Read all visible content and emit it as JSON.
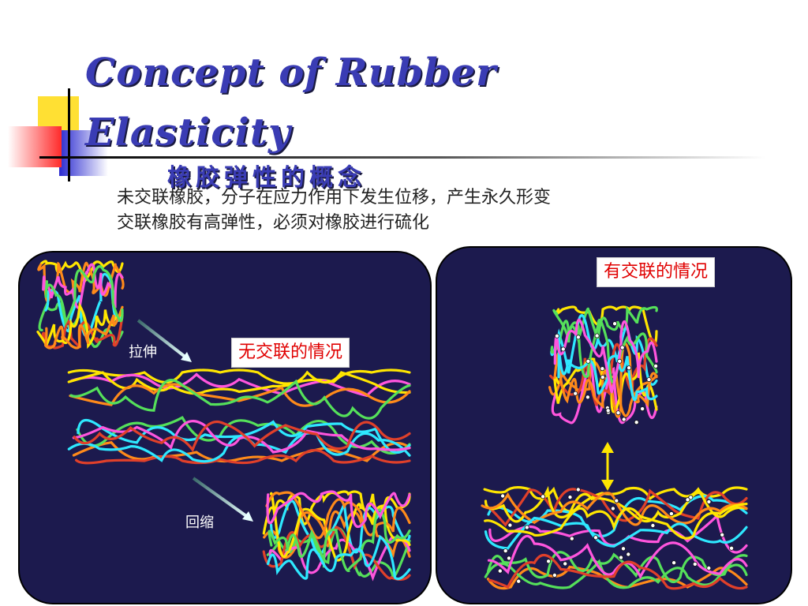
{
  "slide": {
    "title": "Concept of Rubber Elasticity",
    "subtitle": "橡胶弹性的概念",
    "text_lines": [
      "未交联橡胶，分子在应力作用下发生位移，产生永久形变",
      "交联橡胶有高弹性，必须对橡胶进行硫化"
    ]
  },
  "left_panel": {
    "label": "无交联的情况",
    "stretch_label": "拉伸",
    "recover_label": "回缩"
  },
  "right_panel": {
    "label": "有交联的情况"
  },
  "colors": {
    "panel_background": "#1c1a4e",
    "title": "#3a3cb4",
    "label_text": "#e00000",
    "chains": [
      "#ffe600",
      "#ff8a1a",
      "#55e05a",
      "#2ee8ff",
      "#ff55dd",
      "#e0402a"
    ]
  }
}
